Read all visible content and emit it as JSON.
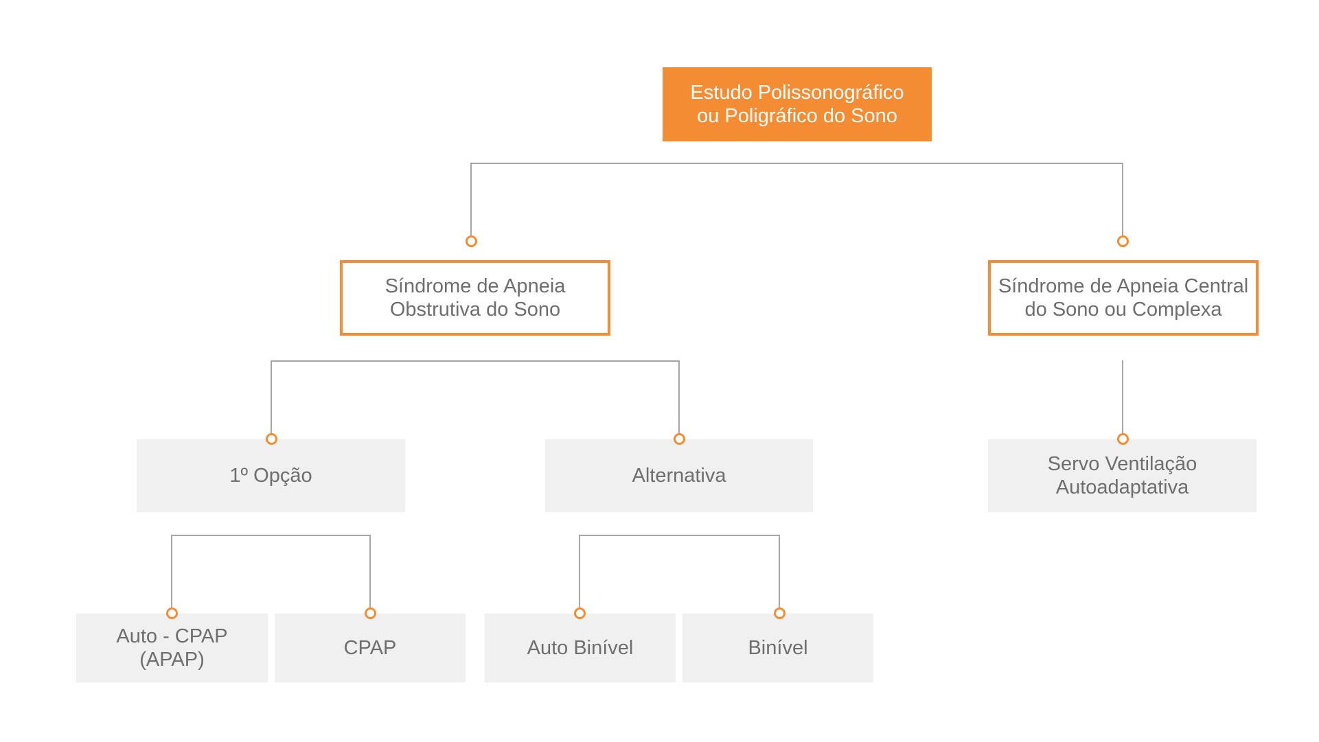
{
  "diagram": {
    "root": {
      "label": "Estudo Polissonográfico\nou Poligráfico do Sono"
    },
    "obstructive": {
      "label": "Síndrome de Apneia\nObstrutiva do Sono",
      "first_option": {
        "label": "1º Opção",
        "auto_cpap": {
          "label": "Auto - CPAP\n(APAP)"
        },
        "cpap": {
          "label": "CPAP"
        }
      },
      "alternative": {
        "label": "Alternativa",
        "auto_bilevel": {
          "label": "Auto Binível"
        },
        "bilevel": {
          "label": "Binível"
        }
      }
    },
    "central": {
      "label": "Síndrome de Apneia Central\ndo Sono ou Complexa",
      "servo": {
        "label": "Servo Ventilação\nAutoadaptativa"
      }
    }
  },
  "colors": {
    "accent": "#f48c34",
    "connector": "#a6a6a6",
    "box_fill": "#f1f0f0",
    "text": "#6e6e6e"
  }
}
